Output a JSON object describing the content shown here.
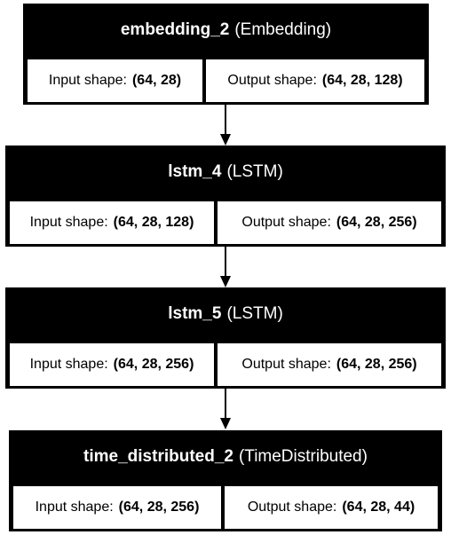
{
  "layers": [
    {
      "name": "embedding_2",
      "type": "(Embedding)",
      "input_label": "Input shape:",
      "input_shape": "(64, 28)",
      "output_label": "Output shape:",
      "output_shape": "(64, 28, 128)"
    },
    {
      "name": "lstm_4",
      "type": "(LSTM)",
      "input_label": "Input shape:",
      "input_shape": "(64, 28, 128)",
      "output_label": "Output shape:",
      "output_shape": "(64, 28, 256)"
    },
    {
      "name": "lstm_5",
      "type": "(LSTM)",
      "input_label": "Input shape:",
      "input_shape": "(64, 28, 256)",
      "output_label": "Output shape:",
      "output_shape": "(64, 28, 256)"
    },
    {
      "name": "time_distributed_2",
      "type": "(TimeDistributed)",
      "input_label": "Input shape:",
      "input_shape": "(64, 28, 256)",
      "output_label": "Output shape:",
      "output_shape": "(64, 28, 44)"
    }
  ],
  "colors": {
    "header_bg": "#000000",
    "header_text": "#ffffff",
    "cell_bg": "#ffffff",
    "arrow": "#000000"
  }
}
